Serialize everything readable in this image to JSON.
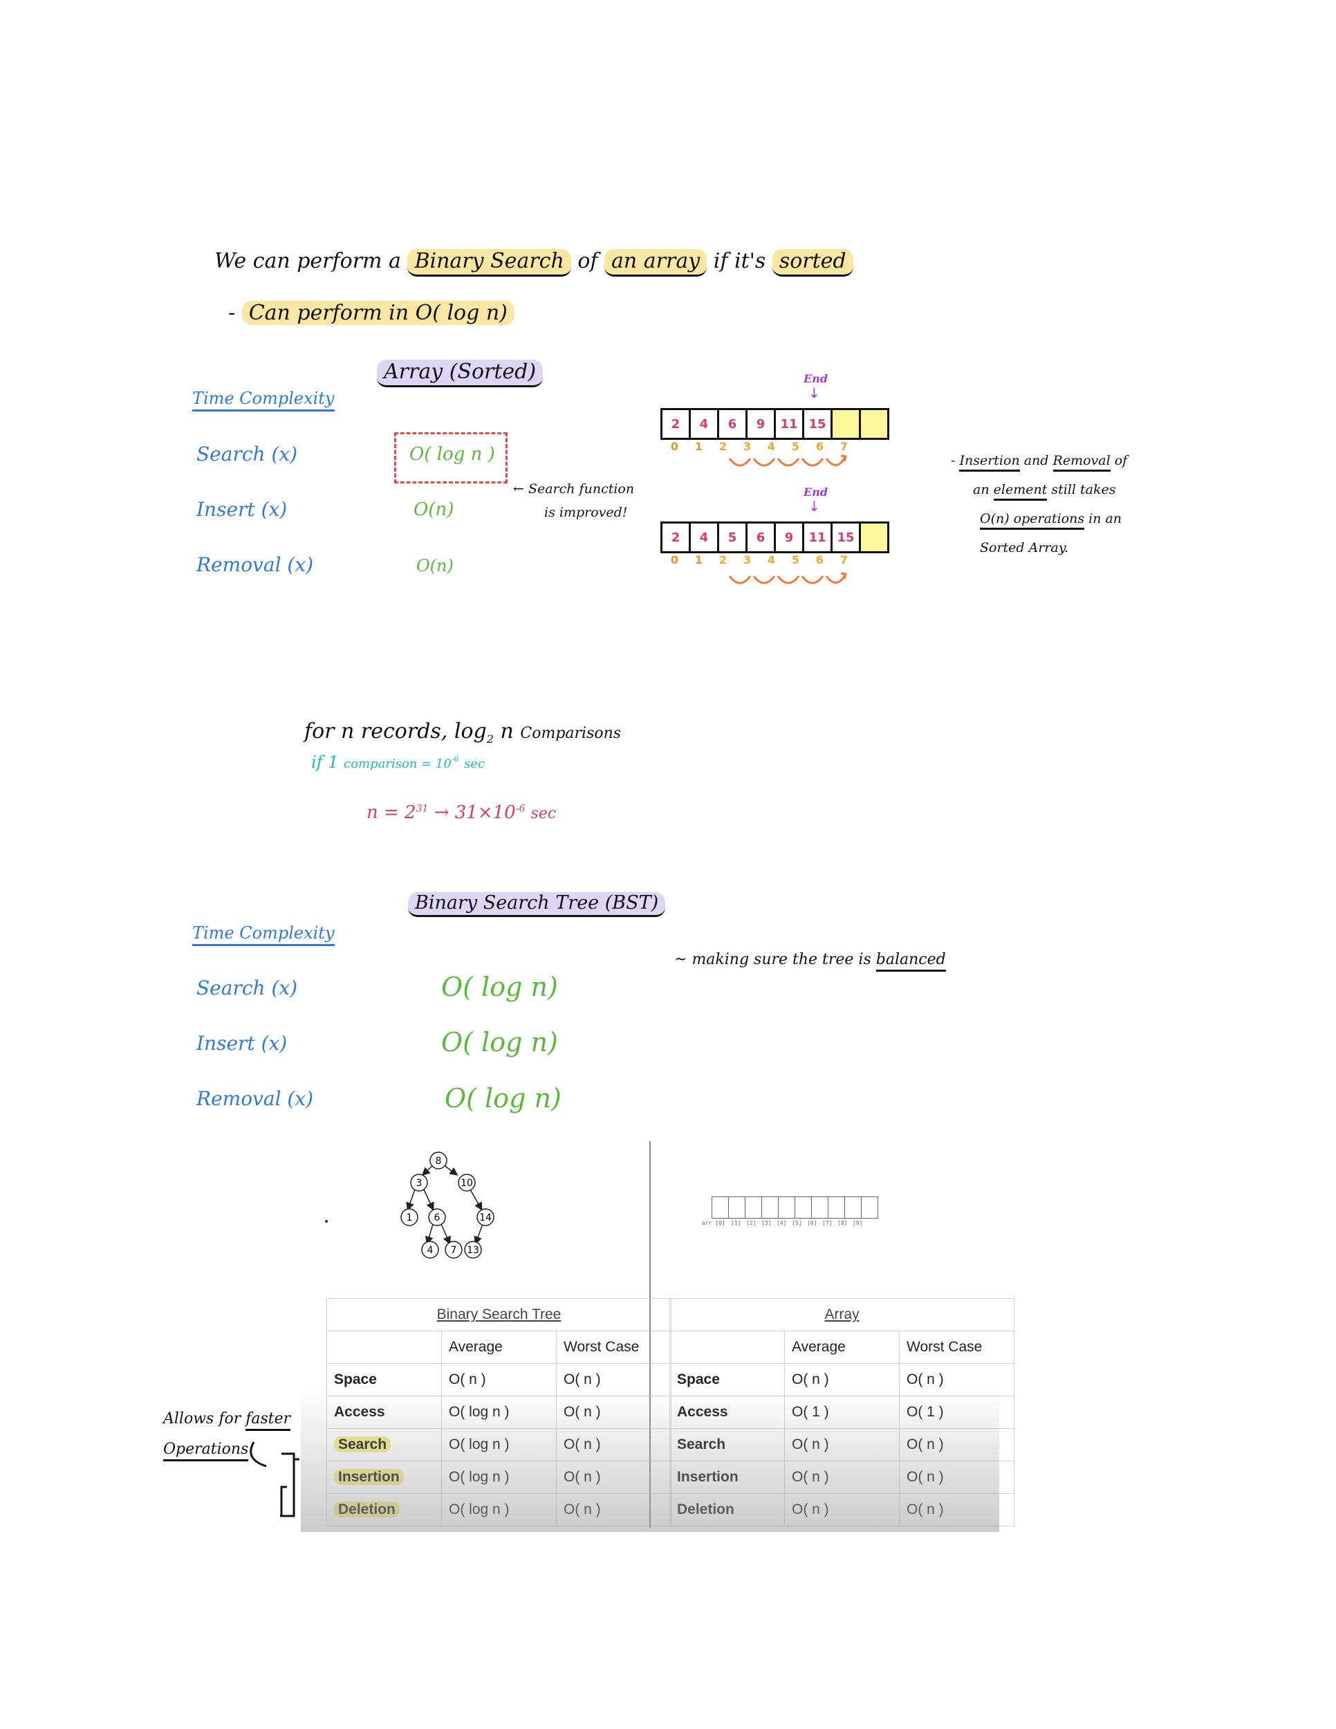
{
  "intro": {
    "line1": {
      "we_can_perform_a": "We can perform a",
      "binary_search": "Binary Search",
      "of": "of",
      "on_array": "an array",
      "if_its": "if it's",
      "sorted": "sorted"
    },
    "line2": {
      "dash": "-",
      "can_perform_in": "Can perform in O( log n)"
    }
  },
  "array_section": {
    "heading": "Array (Sorted)",
    "time_complexity_label": "Time Complexity",
    "rows": [
      {
        "op": "Search (x)",
        "value": "O( log n )"
      },
      {
        "op": "Insert (x)",
        "value": "O(n)"
      },
      {
        "op": "Removal (x)",
        "value": "O(n)"
      }
    ],
    "search_note_line1": "Search function",
    "search_note_line2": "is improved!",
    "end_label": "End",
    "array1": [
      "2",
      "4",
      "6",
      "9",
      "11",
      "15",
      "",
      ""
    ],
    "array2": [
      "2",
      "4",
      "5",
      "6",
      "9",
      "11",
      "15",
      ""
    ],
    "indices": [
      "0",
      "1",
      "2",
      "3",
      "4",
      "5",
      "6",
      "7"
    ],
    "side_note": {
      "dash": "-",
      "insertion": "Insertion",
      "and": "and",
      "removal": "Removal",
      "of": "of",
      "an": "an",
      "element": "element",
      "still_takes": "still takes",
      "on_ops": "O(n) operations",
      "in_an": "in an",
      "sorted_array": "Sorted Array."
    }
  },
  "comparisons": {
    "for_n": "for n records,",
    "log": "log",
    "log_sub": "2",
    "log_n": "n",
    "comparisons": "Comparisons",
    "if_1": "if 1",
    "comparison_eq": "comparison = 10",
    "exp_neg6": "-6",
    "sec": "sec",
    "n_eq": "n = 2",
    "exp_31": "31",
    "arrow_31": "→ 31×10",
    "exp_neg6_b": "-6",
    "sec_b": "sec"
  },
  "bst_section": {
    "heading": "Binary Search Tree (BST)",
    "time_complexity_label": "Time Complexity",
    "note_tilde": "~",
    "note_text": "making sure the tree is",
    "note_balanced": "balanced",
    "rows": [
      {
        "op": "Search (x)",
        "value": "O( log n)"
      },
      {
        "op": "Insert (x)",
        "value": "O( log n)"
      },
      {
        "op": "Removal (x)",
        "value": "O( log n)"
      }
    ],
    "tree_nodes": [
      "8",
      "3",
      "10",
      "1",
      "6",
      "14",
      "4",
      "7",
      "13"
    ]
  },
  "tiny_array": {
    "labels": [
      "arr [0]",
      "[1]",
      "[2]",
      "[3]",
      "[4]",
      "[5]",
      "[6]",
      "[7]",
      "[8]",
      "[9]"
    ]
  },
  "left_annotation": {
    "allows_for": "Allows for",
    "faster": "faster",
    "operations": "Operations"
  },
  "tables": {
    "bst": {
      "title": "Binary Search Tree",
      "headers": [
        "",
        "Average",
        "Worst Case"
      ],
      "rows": [
        [
          "Space",
          "O( n )",
          "O( n )"
        ],
        [
          "Access",
          "O( log n )",
          "O( n )"
        ],
        [
          "Search",
          "O( log n )",
          "O( n )"
        ],
        [
          "Insertion",
          "O( log n )",
          "O( n )"
        ],
        [
          "Deletion",
          "O( log n )",
          "O( n )"
        ]
      ]
    },
    "array": {
      "title": "Array",
      "headers": [
        "",
        "Average",
        "Worst Case"
      ],
      "rows": [
        [
          "Space",
          "O( n )",
          "O( n )"
        ],
        [
          "Access",
          "O( 1 )",
          "O( 1 )"
        ],
        [
          "Search",
          "O( n )",
          "O( n )"
        ],
        [
          "Insertion",
          "O( n )",
          "O( n )"
        ],
        [
          "Deletion",
          "O( n )",
          "O( n )"
        ]
      ]
    }
  }
}
